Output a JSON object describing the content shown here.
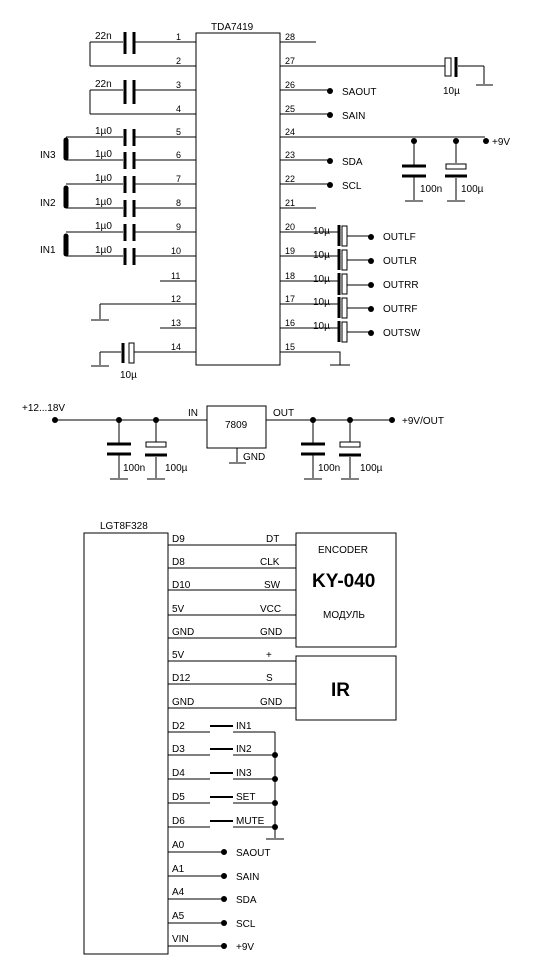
{
  "u1": {
    "name": "TDA7419",
    "left_pins": [
      "1",
      "2",
      "3",
      "4",
      "5",
      "6",
      "7",
      "8",
      "9",
      "10",
      "11",
      "12",
      "13",
      "14"
    ],
    "right_pins": [
      "28",
      "27",
      "26",
      "25",
      "24",
      "23",
      "22",
      "21",
      "20",
      "19",
      "18",
      "17",
      "16",
      "15"
    ],
    "cap_22n_a": "22n",
    "cap_22n_b": "22n",
    "in_caps": [
      "1µ0",
      "1µ0",
      "1µ0",
      "1µ0",
      "1µ0",
      "1µ0"
    ],
    "in_labels": [
      "IN3",
      "IN2",
      "IN1"
    ],
    "pin14_cap": "10µ",
    "pin27_cap": "10µ",
    "pin26_net": "SAOUT",
    "pin25_net": "SAIN",
    "pin24_net": "+9V",
    "pin23_net": "SDA",
    "pin22_net": "SCL",
    "pin24_cap_a": "100n",
    "pin24_cap_b": "100µ",
    "out_caps": [
      "10µ",
      "10µ",
      "10µ",
      "10µ",
      "10µ"
    ],
    "out_nets": [
      "OUTLF",
      "OUTLR",
      "OUTRR",
      "OUTRF",
      "OUTSW"
    ]
  },
  "psu": {
    "vin": "+12...18V",
    "reg": "7809",
    "in_lbl": "IN",
    "out_lbl": "OUT",
    "gnd_lbl": "GND",
    "vout": "+9V/OUT",
    "caps": [
      "100n",
      "100µ",
      "100n",
      "100µ"
    ]
  },
  "mcu": {
    "name": "LGT8F328",
    "pins": [
      "D9",
      "D8",
      "D10",
      "5V",
      "GND",
      "5V",
      "D12",
      "GND",
      "D2",
      "D3",
      "D4",
      "D5",
      "D6",
      "A0",
      "A1",
      "A4",
      "A5",
      "VIN"
    ]
  },
  "encoder": {
    "title": "ENCODER",
    "model": "KY-040",
    "module": "МОДУЛЬ",
    "pins": [
      "DT",
      "CLK",
      "SW",
      "VCC",
      "GND"
    ]
  },
  "ir": {
    "model": "IR",
    "pins": [
      "+",
      "S",
      "GND"
    ]
  },
  "buttons": [
    "IN1",
    "IN2",
    "IN3",
    "SET",
    "MUTE"
  ],
  "mcu_nets": [
    "SAOUT",
    "SAIN",
    "SDA",
    "SCL",
    "+9V"
  ]
}
